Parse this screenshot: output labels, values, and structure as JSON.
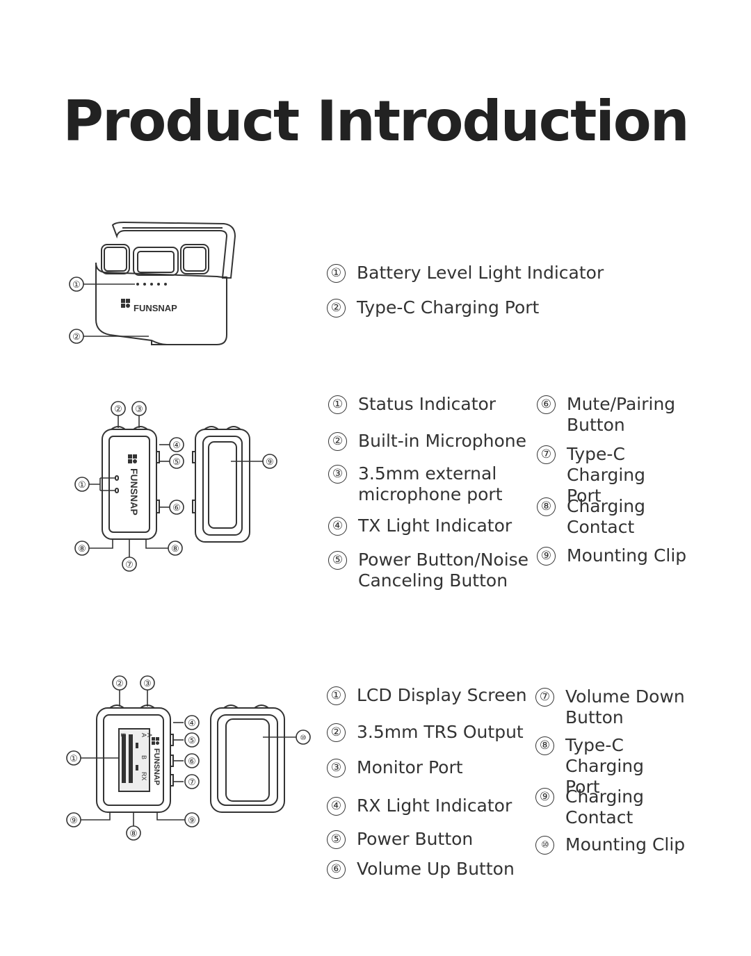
{
  "title": "Product Introduction",
  "brand": "FUNSNAP",
  "case_section": {
    "callouts": [
      "①",
      "②"
    ],
    "items": [
      {
        "num": "①",
        "label": "Battery Level Light Indicator"
      },
      {
        "num": "②",
        "label": "Type-C Charging Port"
      }
    ]
  },
  "tx_section": {
    "callouts": [
      "①",
      "②",
      "③",
      "④",
      "⑤",
      "⑥",
      "⑦",
      "⑧",
      "⑧",
      "⑨"
    ],
    "left_items": [
      {
        "num": "①",
        "label": "Status Indicator"
      },
      {
        "num": "②",
        "label": "Built-in Microphone"
      },
      {
        "num": "③",
        "label": "3.5mm external microphone port"
      },
      {
        "num": "④",
        "label": "TX Light Indicator"
      },
      {
        "num": "⑤",
        "label": "Power Button/Noise Canceling Button"
      }
    ],
    "right_items": [
      {
        "num": "⑥",
        "label": "Mute/Pairing Button"
      },
      {
        "num": "⑦",
        "label": "Type-C Charging Port"
      },
      {
        "num": "⑧",
        "label": "Charging Contact"
      },
      {
        "num": "⑨",
        "label": "Mounting Clip"
      }
    ]
  },
  "rx_section": {
    "callouts": [
      "①",
      "②",
      "③",
      "④",
      "⑤",
      "⑥",
      "⑦",
      "⑧",
      "⑨",
      "⑨",
      "⑩"
    ],
    "screen_labels": [
      "A",
      "A",
      "B",
      "B",
      "RX"
    ],
    "left_items": [
      {
        "num": "①",
        "label": "LCD Display Screen"
      },
      {
        "num": "②",
        "label": "3.5mm TRS Output"
      },
      {
        "num": "③",
        "label": "Monitor Port"
      },
      {
        "num": "④",
        "label": "RX Light Indicator"
      },
      {
        "num": "⑤",
        "label": "Power Button"
      },
      {
        "num": "⑥",
        "label": "Volume Up Button"
      }
    ],
    "right_items": [
      {
        "num": "⑦",
        "label": "Volume Down Button"
      },
      {
        "num": "⑧",
        "label": "Type-C Charging Port"
      },
      {
        "num": "⑨",
        "label": "Charging Contact"
      },
      {
        "num": "⑩",
        "label": "Mounting Clip"
      }
    ]
  }
}
